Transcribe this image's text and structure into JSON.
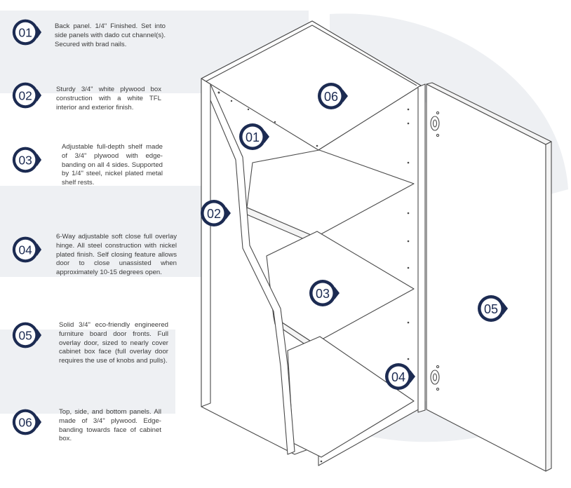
{
  "theme": {
    "navy": "#1c2b52",
    "watermark": "#eef0f3",
    "line": "#4a4a4a"
  },
  "notes": [
    {
      "num": "01",
      "text": "Back panel. 1/4\" Finished. Set into side panels with dado cut channel(s). Secured with brad nails."
    },
    {
      "num": "02",
      "text": "Sturdy 3/4\" white plywood box construction with a white TFL interior and exterior finish."
    },
    {
      "num": "03",
      "text": "Adjustable full-depth shelf made of 3/4\" plywood with edge-banding on all 4 sides. Supported by 1/4\" steel, nickel plated metal shelf rests."
    },
    {
      "num": "04",
      "text": "6-Way adjustable soft close full overlay hinge. All steel construction with nickel plated finish. Self closing feature allows door to close unassisted when approximately 10-15 degrees open."
    },
    {
      "num": "05",
      "text": "Solid 3/4\" eco-friendly engineered furniture board door fronts. Full overlay door, sized to nearly cover cabinet box face (full overlay door requires the use of knobs and pulls)."
    },
    {
      "num": "06",
      "text": "Top, side, and bottom panels. All made of 3/4\" plywood. Edge-banding towards face of cabinet box."
    }
  ],
  "callouts": [
    "01",
    "02",
    "03",
    "04",
    "05",
    "06"
  ]
}
